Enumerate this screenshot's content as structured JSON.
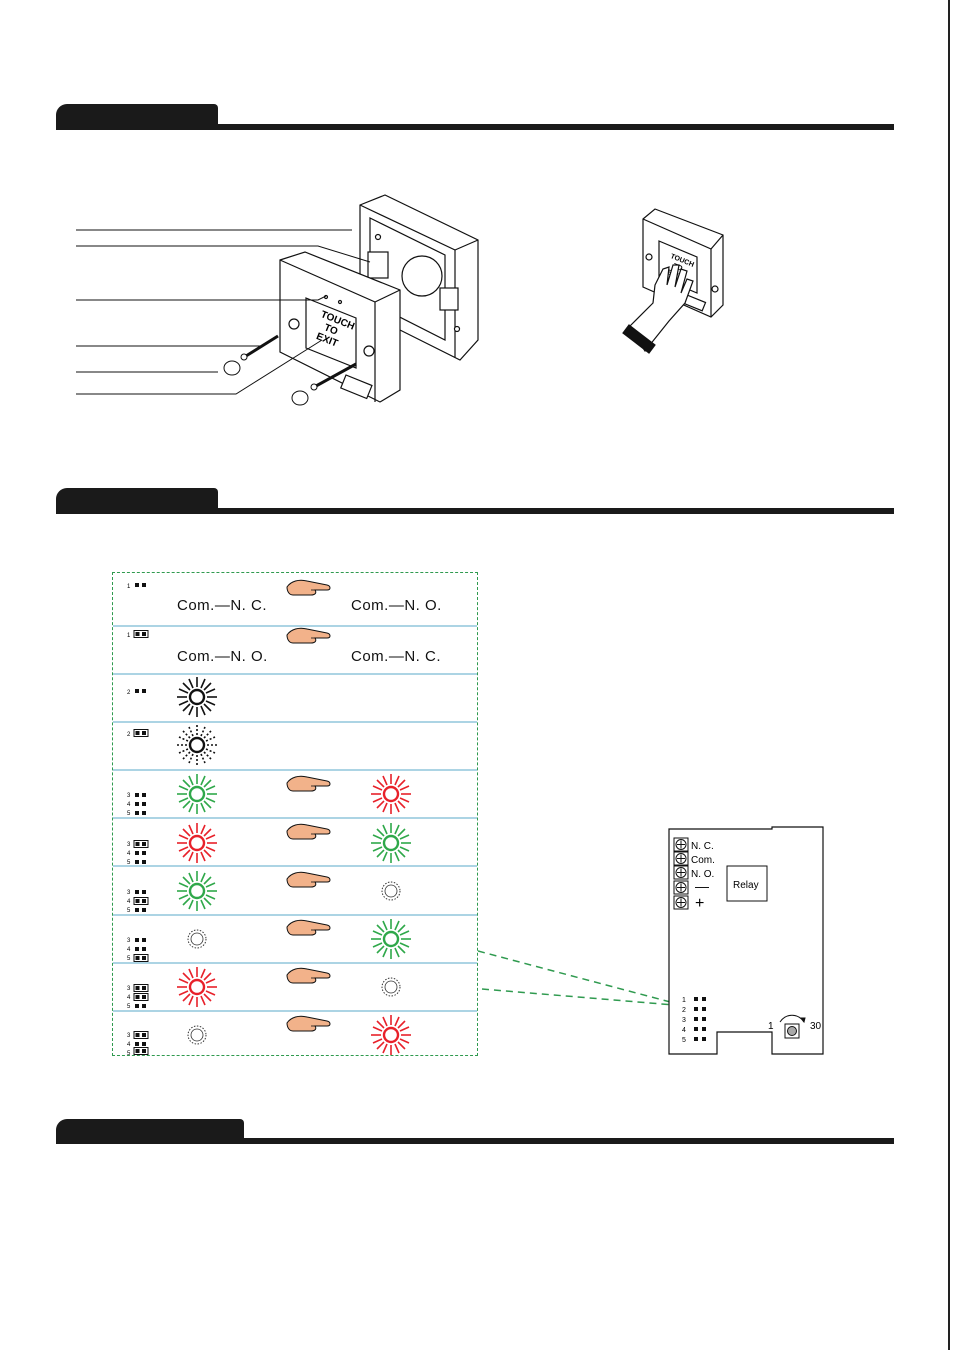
{
  "sections": [
    {
      "tab_label": ""
    },
    {
      "tab_label": ""
    },
    {
      "tab_label": ""
    }
  ],
  "button_face": {
    "line1": "TOUCH",
    "line2": "TO",
    "line3": "EXIT"
  },
  "dip_rows": [
    {
      "left": "Com.—N. C.",
      "right": "Com.—N. O."
    },
    {
      "left": "Com.—N. O.",
      "right": "Com.—N. C."
    }
  ],
  "board": {
    "terminals": [
      "N. C.",
      "Com.",
      "N. O.",
      "—",
      "+"
    ],
    "relay_label": "Relay",
    "dip_numbers": [
      "1",
      "2",
      "3",
      "4",
      "5"
    ],
    "timer_min": "1",
    "timer_max": "30"
  },
  "colors": {
    "led_green": "#2fa84a",
    "led_red": "#e8212a",
    "panel_border": "#2f9a4f",
    "row_divider": "#5aa8c8"
  },
  "icons": [
    "pointing-hand-icon",
    "led-burst-icon",
    "led-off-icon",
    "dip-switch-icon",
    "screw-terminal-icon",
    "potentiometer-icon"
  ]
}
